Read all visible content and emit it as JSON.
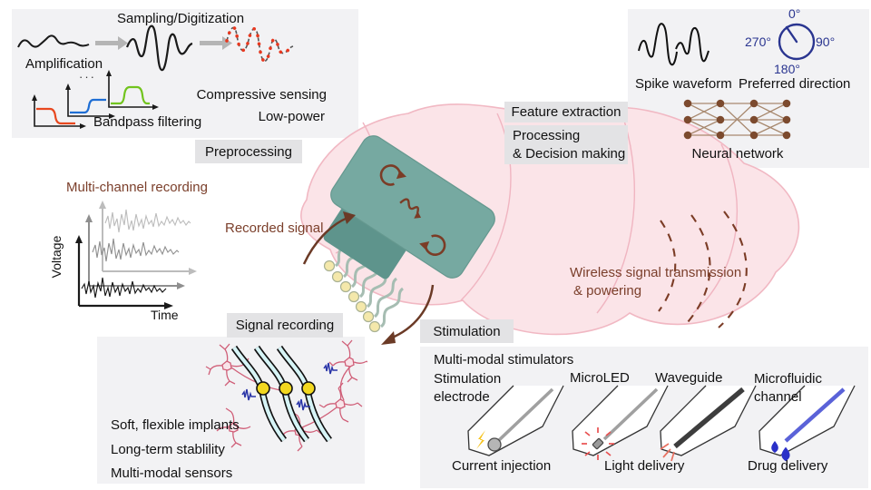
{
  "colors": {
    "accent_brown": "#7b3f2b",
    "device_teal": "#76a9a1",
    "tissue_pink": "#fbe4e8",
    "compass_navy": "#2a3590",
    "electrode_yellow": "#f2d820",
    "sample_red": "#e8381f",
    "spike_blue": "#2a35a8"
  },
  "preprocessing": {
    "title": "Sampling/Digitization",
    "amplification": "Amplification",
    "bandpass": "Bandpass filtering",
    "ellipsis": "···",
    "compressive": "Compressive sensing",
    "low_power": "Low-power",
    "tag": "Preprocessing"
  },
  "recording": {
    "title": "Multi-channel recording",
    "ylabel": "Voltage",
    "xlabel": "Time",
    "recorded_signal": "Recorded signal",
    "tag": "Signal recording",
    "features": [
      "Soft, flexible implants",
      "Long-term stablility",
      "Multi-modal sensors"
    ]
  },
  "wireless": {
    "line1": "Wireless signal transmission",
    "line2": "& powering"
  },
  "feature": {
    "tag": "Feature extraction",
    "processing_line1": "Processing",
    "processing_line2": "& Decision making",
    "spike_waveform": "Spike waveform",
    "preferred_direction": "Preferred direction",
    "neural_network": "Neural network",
    "compass": {
      "top": "0°",
      "right": "90°",
      "bottom": "180°",
      "left": "270°"
    }
  },
  "stimulation": {
    "tag": "Stimulation",
    "header": "Multi-modal stimulators",
    "electrode_line1": "Stimulation",
    "electrode_line2": "electrode",
    "microled": "MicroLED",
    "waveguide": "Waveguide",
    "microfluidic_line1": "Microfluidic",
    "microfluidic_line2": "channel",
    "caption_current": "Current injection",
    "caption_light": "Light delivery",
    "caption_drug": "Drug delivery"
  }
}
